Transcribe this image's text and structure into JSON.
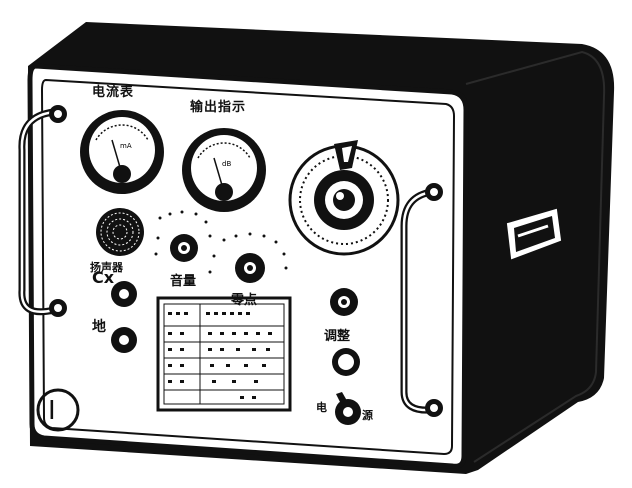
{
  "figure": {
    "number": "I",
    "labels": {
      "meter_left": "电流表",
      "meter_right": "输出指示",
      "speaker": "扬声器",
      "cx_terminal": "Cx",
      "ground_terminal": "地",
      "volume_knob": "音量",
      "zero_knob": "零点",
      "tune_knob": "调整",
      "power_left": "电",
      "power_right": "源"
    }
  },
  "colors": {
    "ink": "#111111",
    "paper": "#ffffff"
  }
}
